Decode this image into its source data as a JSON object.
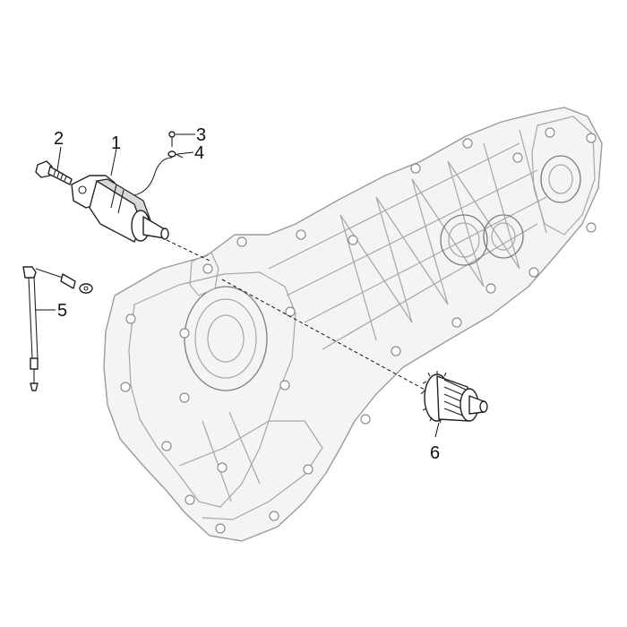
{
  "diagram": {
    "callouts": [
      "1",
      "2",
      "3",
      "4",
      "5",
      "6"
    ]
  }
}
